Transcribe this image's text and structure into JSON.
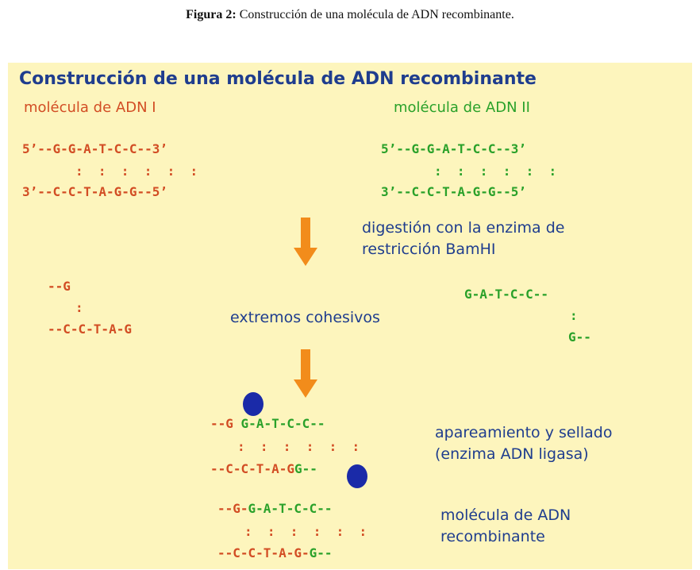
{
  "caption": {
    "label": "Figura 2:",
    "text": " Construcción de una molécula de ADN recombinante."
  },
  "diagram": {
    "title": "Construcción de una molécula de ADN recombinante",
    "molecule1": {
      "label": "molécula de ADN I",
      "top": "5’--G-G-A-T-C-C--3’",
      "pairs": ":  :  :  :  :  :",
      "bottom": "3’--C-C-T-A-G-G--5’"
    },
    "molecule2": {
      "label": "molécula de ADN II",
      "top": "5’--G-G-A-T-C-C--3’",
      "pairs": ":  :  :  :  :  :",
      "bottom": "3’--C-C-T-A-G-G--5’"
    },
    "step1": {
      "line1": "digestión con la enzima de",
      "line2": "restricción BamHI"
    },
    "fragment_left": {
      "top": "--G",
      "pair": ":",
      "bottom": "--C-C-T-A-G"
    },
    "fragment_right": {
      "top": "G-A-T-C-C--",
      "pair": ":",
      "bottom": "G--"
    },
    "sticky_ends": "extremos cohesivos",
    "annealed": {
      "top_red": "--G",
      "top_green": "G-A-T-C-C--",
      "pairs": ":  :  :  :  :  :",
      "bottom_red": "--C-C-T-A-G",
      "bottom_green": "G--"
    },
    "step2": {
      "line1": "apareamiento y sellado",
      "line2": "(enzima ADN ligasa)"
    },
    "recombinant": {
      "top_red": "--G-",
      "top_green": "G-A-T-C-C--",
      "pairs": ":  :  :  :  :  :",
      "bottom_red": "--C-C-T-A-G-",
      "bottom_green": "G--"
    },
    "result": {
      "line1": "molécula de ADN",
      "line2": "recombinante"
    },
    "colors": {
      "molecule1": "#d24d24",
      "molecule2": "#2aa12a",
      "text": "#1f3d8e",
      "arrow": "#f28c1b",
      "ligase_dot": "#1a2aa8",
      "background": "#fdf5bd"
    }
  }
}
